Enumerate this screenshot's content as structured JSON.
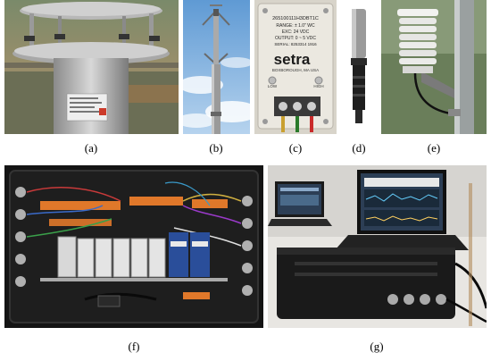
{
  "captions": {
    "a": "(a)",
    "b": "(b)",
    "c": "(c)",
    "d": "(d)",
    "e": "(e)",
    "f": "(f)",
    "g": "(g)"
  },
  "photo_c": {
    "label_line1": "265100111H3DBT1C",
    "label_line2": "RANGE: ± 1.0\" WC",
    "label_line3": "EXC: 24 VDC",
    "label_line4": "OUTPUT: 0 ~ 5 VDC",
    "label_line5": "SERIAL: 8253314  1916",
    "brand": "setra",
    "company": "BOXBOROUGH, MA USA",
    "terminal_low": "LOW",
    "terminal_high": "HIGH"
  },
  "colors": {
    "sky_blue": "#8ab8e0",
    "enclosure_black": "#1a1a1a",
    "terminal_orange": "#e0782a",
    "din_module_blue": "#2a4e9a",
    "laptop_screen": "#2c3e55"
  }
}
